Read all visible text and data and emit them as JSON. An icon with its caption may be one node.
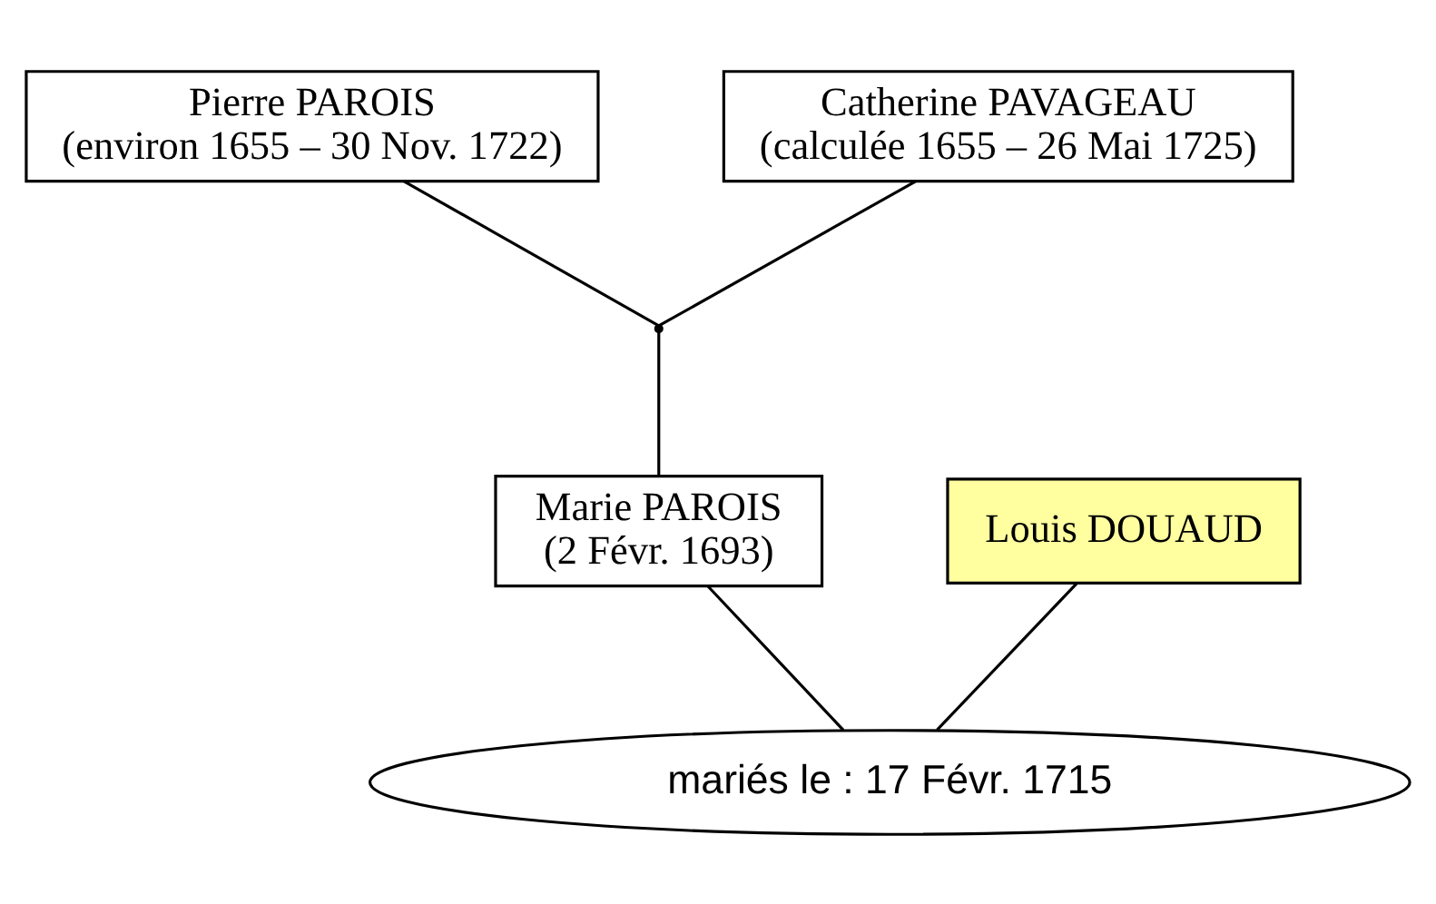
{
  "diagram": {
    "nodes": [
      {
        "text": [
          "Pierre PAROIS",
          "(environ 1655 – 30 Nov. 1722)"
        ]
      },
      {
        "text": [
          "Catherine PAVAGEAU",
          "(calculée 1655 – 26 Mai 1725)"
        ]
      },
      {
        "text": [],
        "shape": "point"
      },
      {
        "text": [
          "Louis DOUAUD"
        ]
      },
      {
        "text": [
          "Marie PAROIS",
          "(2 Févr. 1693)"
        ]
      },
      {
        "text": [
          "mariés le : 17 Févr. 1715"
        ]
      }
    ],
    "edges": [
      {
        "from": 0,
        "to": 2,
        "arrow": "none"
      },
      {
        "from": 1,
        "to": 2,
        "arrow": "none"
      },
      {
        "from": 2,
        "to": 4,
        "arrow": "none"
      },
      {
        "from": 3,
        "to": 5,
        "arrow": "none"
      },
      {
        "from": 4,
        "to": 5,
        "arrow": "none"
      }
    ]
  }
}
